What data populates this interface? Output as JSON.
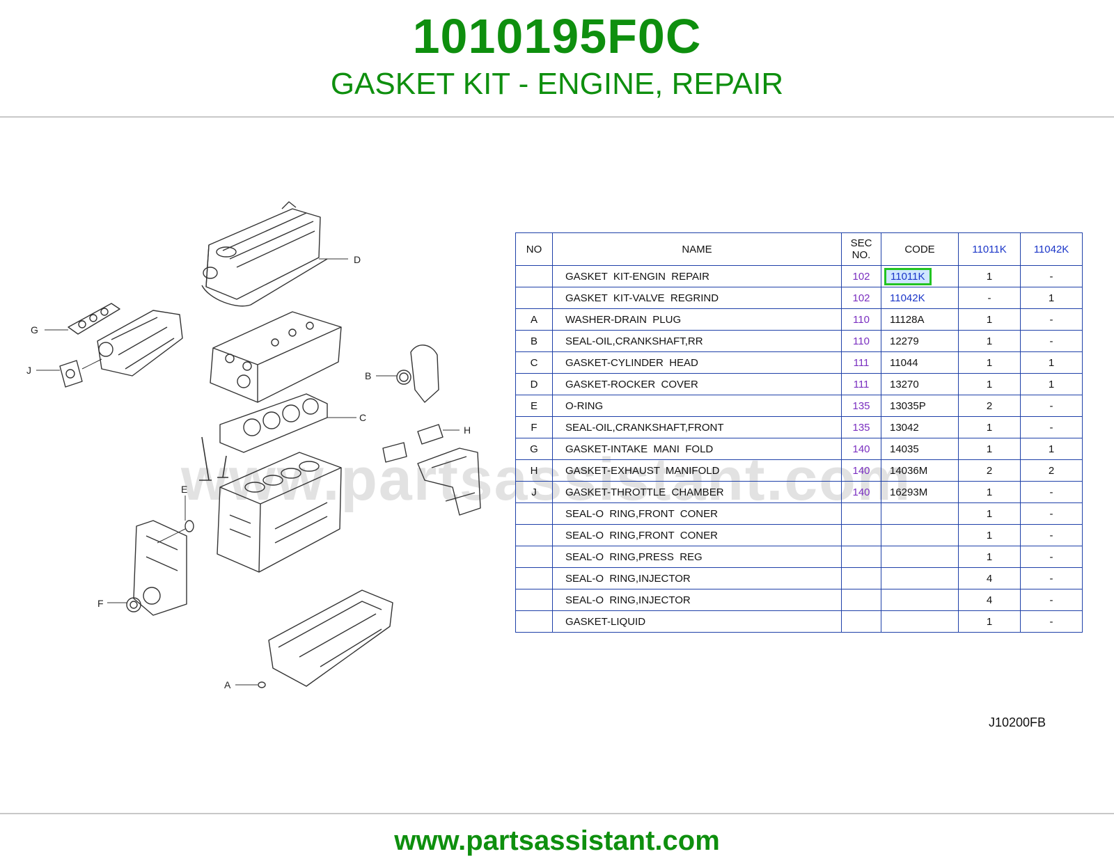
{
  "header": {
    "part_number": "1010195F0C",
    "part_name": "GASKET KIT - ENGINE, REPAIR"
  },
  "watermark": "www.partsassistant.com",
  "figure_code": "J10200FB",
  "footer": {
    "site": "www.partsassistant.com"
  },
  "diagram": {
    "callouts": [
      "D",
      "G",
      "J",
      "B",
      "C",
      "H",
      "E",
      "F",
      "A"
    ]
  },
  "table": {
    "headers": {
      "no": "NO",
      "name": "NAME",
      "sec_line1": "SEC",
      "sec_line2": "NO.",
      "code": "CODE",
      "kit1": "11011K",
      "kit2": "11042K"
    },
    "rows": [
      {
        "no": "",
        "name": "GASKET  KIT-ENGIN  REPAIR",
        "sec": "102",
        "code": "11011K",
        "q1": "1",
        "q2": "-"
      },
      {
        "no": "",
        "name": "GASKET  KIT-VALVE  REGRIND",
        "sec": "102",
        "code": "11042K",
        "q1": "-",
        "q2": "1"
      },
      {
        "no": "A",
        "name": "WASHER-DRAIN  PLUG",
        "sec": "110",
        "code": "11128A",
        "q1": "1",
        "q2": "-"
      },
      {
        "no": "B",
        "name": "SEAL-OIL,CRANKSHAFT,RR",
        "sec": "110",
        "code": "12279",
        "q1": "1",
        "q2": "-"
      },
      {
        "no": "C",
        "name": "GASKET-CYLINDER  HEAD",
        "sec": "111",
        "code": "11044",
        "q1": "1",
        "q2": "1"
      },
      {
        "no": "D",
        "name": "GASKET-ROCKER  COVER",
        "sec": "111",
        "code": "13270",
        "q1": "1",
        "q2": "1"
      },
      {
        "no": "E",
        "name": "O-RING",
        "sec": "135",
        "code": "13035P",
        "q1": "2",
        "q2": "-"
      },
      {
        "no": "F",
        "name": "SEAL-OIL,CRANKSHAFT,FRONT",
        "sec": "135",
        "code": "13042",
        "q1": "1",
        "q2": "-"
      },
      {
        "no": "G",
        "name": "GASKET-INTAKE  MANI  FOLD",
        "sec": "140",
        "code": "14035",
        "q1": "1",
        "q2": "1"
      },
      {
        "no": "H",
        "name": "GASKET-EXHAUST  MANIFOLD",
        "sec": "140",
        "code": "14036M",
        "q1": "2",
        "q2": "2"
      },
      {
        "no": "J",
        "name": "GASKET-THROTTLE  CHAMBER",
        "sec": "140",
        "code": "16293M",
        "q1": "1",
        "q2": "-"
      },
      {
        "no": "",
        "name": "SEAL-O  RING,FRONT  CONER",
        "sec": "",
        "code": "",
        "q1": "1",
        "q2": "-"
      },
      {
        "no": "",
        "name": "SEAL-O  RING,FRONT  CONER",
        "sec": "",
        "code": "",
        "q1": "1",
        "q2": "-"
      },
      {
        "no": "",
        "name": "SEAL-O  RING,PRESS  REG",
        "sec": "",
        "code": "",
        "q1": "1",
        "q2": "-"
      },
      {
        "no": "",
        "name": "SEAL-O  RING,INJECTOR",
        "sec": "",
        "code": "",
        "q1": "4",
        "q2": "-"
      },
      {
        "no": "",
        "name": "SEAL-O  RING,INJECTOR",
        "sec": "",
        "code": "",
        "q1": "4",
        "q2": "-"
      },
      {
        "no": "",
        "name": "GASKET-LIQUID",
        "sec": "",
        "code": "",
        "q1": "1",
        "q2": "-"
      }
    ]
  }
}
